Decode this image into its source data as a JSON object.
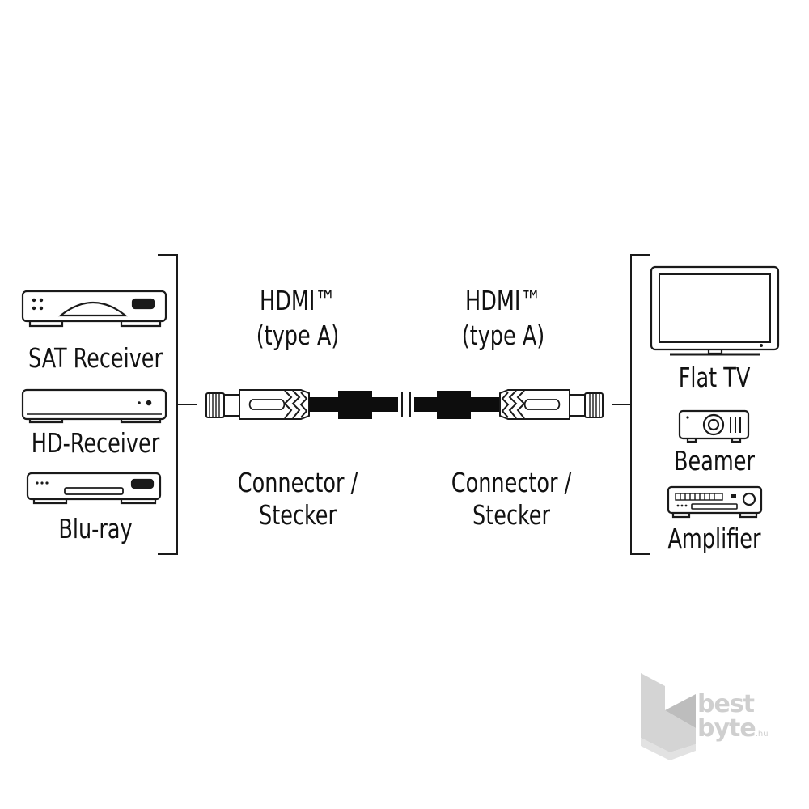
{
  "sources": {
    "items": [
      {
        "label": "SAT Receiver",
        "icon": "sat-receiver-icon"
      },
      {
        "label": "HD-Receiver",
        "icon": "hd-receiver-icon"
      },
      {
        "label": "Blu-ray",
        "icon": "bluray-player-icon"
      }
    ]
  },
  "cable": {
    "left_connector": {
      "type_line1": "HDMI™",
      "type_line2": "(type A)",
      "name_line1": "Connector /",
      "name_line2": "Stecker"
    },
    "right_connector": {
      "type_line1": "HDMI™",
      "type_line2": "(type A)",
      "name_line1": "Connector /",
      "name_line2": "Stecker"
    }
  },
  "sinks": {
    "items": [
      {
        "label": "Flat TV",
        "icon": "flat-tv-icon"
      },
      {
        "label": "Beamer",
        "icon": "projector-icon"
      },
      {
        "label": "Amplifier",
        "icon": "amplifier-icon"
      }
    ]
  },
  "watermark": {
    "line1": "best",
    "line2": "byte",
    "suffix": ".hu",
    "icon": "bestbyte-logo-icon"
  },
  "colors": {
    "line": "#1a1a1a",
    "cable": "#0d0d0d",
    "watermark": "#cfcfcf"
  }
}
